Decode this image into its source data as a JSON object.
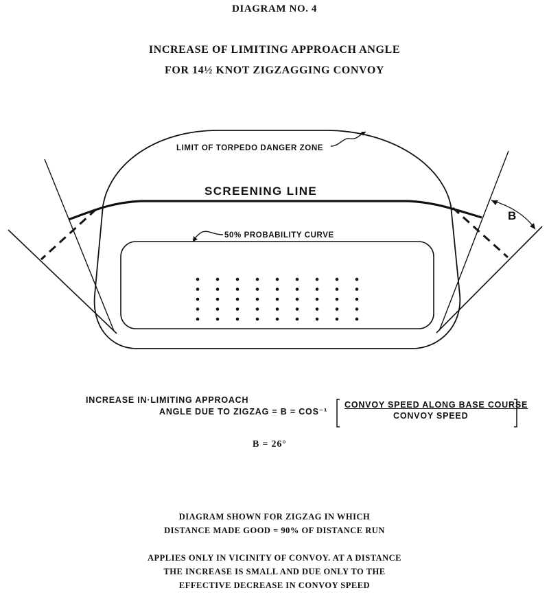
{
  "header": {
    "diagram_number": "DIAGRAM NO. 4",
    "title_line1": "INCREASE OF LIMITING APPROACH ANGLE",
    "title_line2": "FOR 14½ KNOT ZIGZAGGING CONVOY"
  },
  "labels": {
    "danger_zone": "LIMIT OF TORPEDO DANGER ZONE",
    "screening_line": "SCREENING LINE",
    "probability_curve": "50% PROBABILITY CURVE",
    "angle_label": "B"
  },
  "formula": {
    "line1": "INCREASE IN·LIMITING APPROACH",
    "line2": "ANGLE DUE TO ZIGZAG = B = COS⁻¹",
    "numerator": "CONVOY SPEED ALONG BASE COURSE",
    "denominator": "CONVOY SPEED",
    "result": "B = 26°"
  },
  "notes": {
    "note1_line1": "DIAGRAM SHOWN FOR ZIGZAG IN WHICH",
    "note1_line2": "DISTANCE MADE GOOD = 90% OF DISTANCE RUN",
    "note2_line1": "APPLIES ONLY IN VICINITY OF CONVOY. AT A DISTANCE",
    "note2_line2": "THE INCREASE IS SMALL AND DUE ONLY TO THE",
    "note2_line3": "EFFECTIVE DECREASE IN CONVOY SPEED"
  },
  "convoy": {
    "columns": 9,
    "rows": 5
  },
  "colors": {
    "ink": "#111111",
    "paper": "#ffffff"
  }
}
